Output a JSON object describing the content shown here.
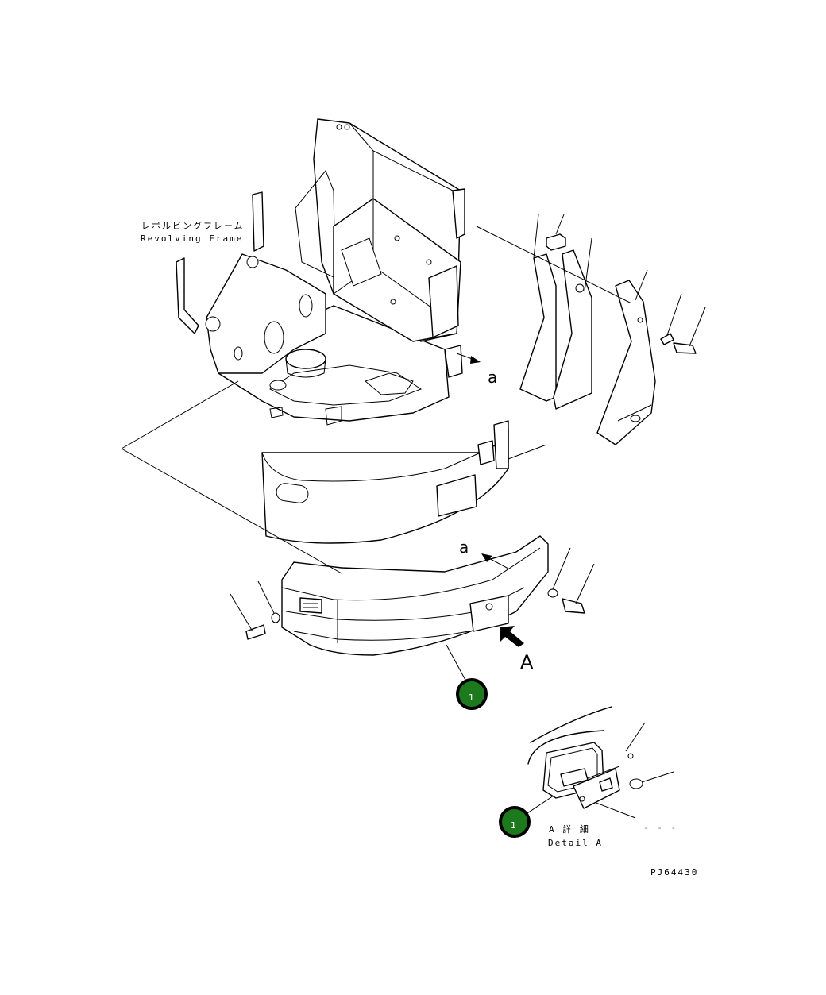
{
  "labels": {
    "revolving_frame_jp": "レボルビングフレーム",
    "revolving_frame_en": "Revolving Frame",
    "ref_a_upper": "a",
    "ref_a_lower": "a",
    "view_a": "A",
    "detail_a_jp": "A 詳 細",
    "detail_a_en": "Detail A",
    "drawing_number": "PJ64430",
    "faint_mark": "- - -"
  },
  "callouts": [
    {
      "number": "1"
    },
    {
      "number": "1"
    }
  ],
  "colors": {
    "callout_fill": "#1c7a1c",
    "line": "#000000",
    "background": "#ffffff"
  }
}
